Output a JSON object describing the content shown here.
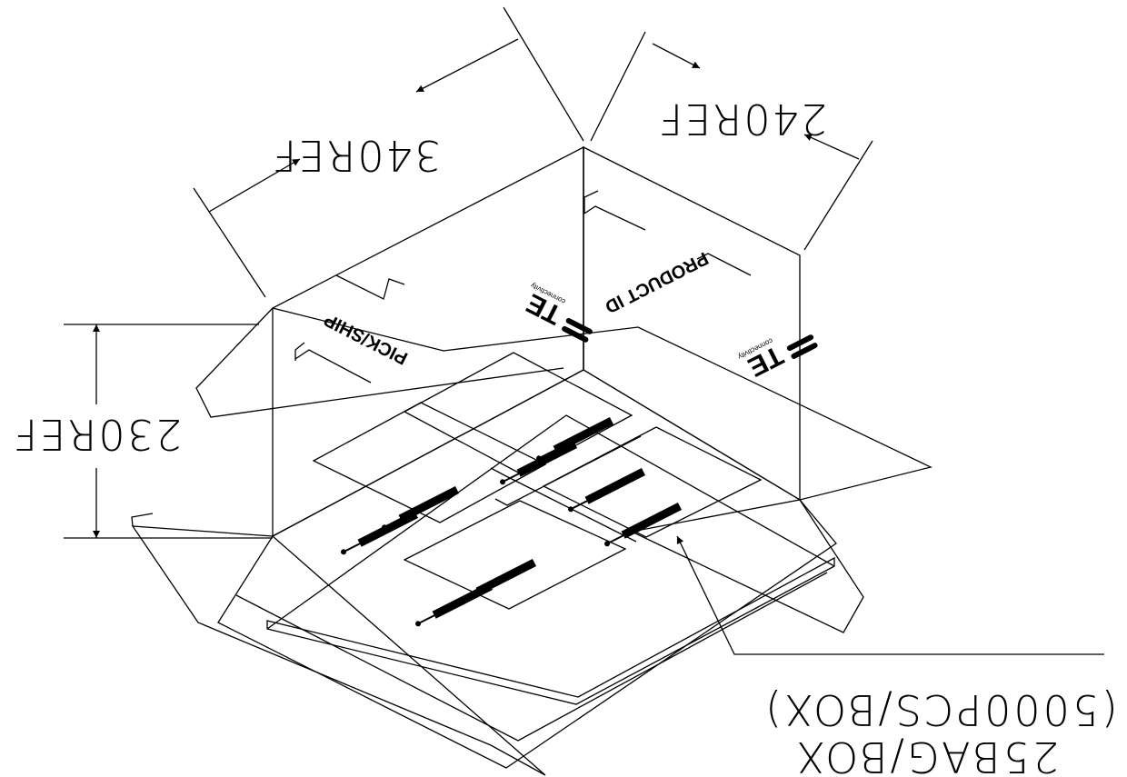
{
  "dimensions": {
    "depth": "340REF",
    "width": "240REF",
    "height": "230REF"
  },
  "labels": {
    "pick_ship": "PICK/SHIP",
    "product_id": "PRODUCT ID",
    "brand": "TE",
    "brand_sub": "connectivity"
  },
  "callout": {
    "line1": "25BAG/BOX",
    "line2": "(5000PCS/BOX)"
  }
}
